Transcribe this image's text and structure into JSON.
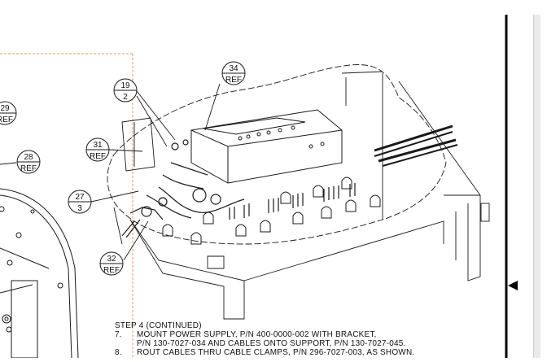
{
  "document": {
    "step_heading": "STEP 4 (CONTINUED)",
    "instructions": [
      {
        "num": "7.",
        "text": "MOUNT POWER SUPPLY, P/N 400-0000-002 WITH BRACKET,"
      },
      {
        "num": "",
        "text": "P/N 130-7027-034 AND CABLES ONTO SUPPORT, P/N 130-7027-045."
      },
      {
        "num": "8.",
        "text": "ROUT CABLES THRU CABLE CLAMPS, P/N 296-7027-003, AS SHOWN."
      }
    ]
  },
  "callouts": [
    {
      "id": "balloon-34",
      "top": "34",
      "bottom": "REF"
    },
    {
      "id": "balloon-19",
      "top": "19",
      "bottom": "2"
    },
    {
      "id": "balloon-29",
      "top": "29",
      "bottom": "REF"
    },
    {
      "id": "balloon-31",
      "top": "31",
      "bottom": "REF"
    },
    {
      "id": "balloon-28",
      "top": "28",
      "bottom": "REF"
    },
    {
      "id": "balloon-27",
      "top": "27",
      "bottom": "3"
    },
    {
      "id": "balloon-32",
      "top": "32",
      "bottom": "REF"
    }
  ],
  "colors": {
    "line": "#1a1a1a",
    "frame": "#d9a066",
    "page_border": "#000000"
  },
  "icons": {
    "page_marker": "triangle-left-icon"
  }
}
